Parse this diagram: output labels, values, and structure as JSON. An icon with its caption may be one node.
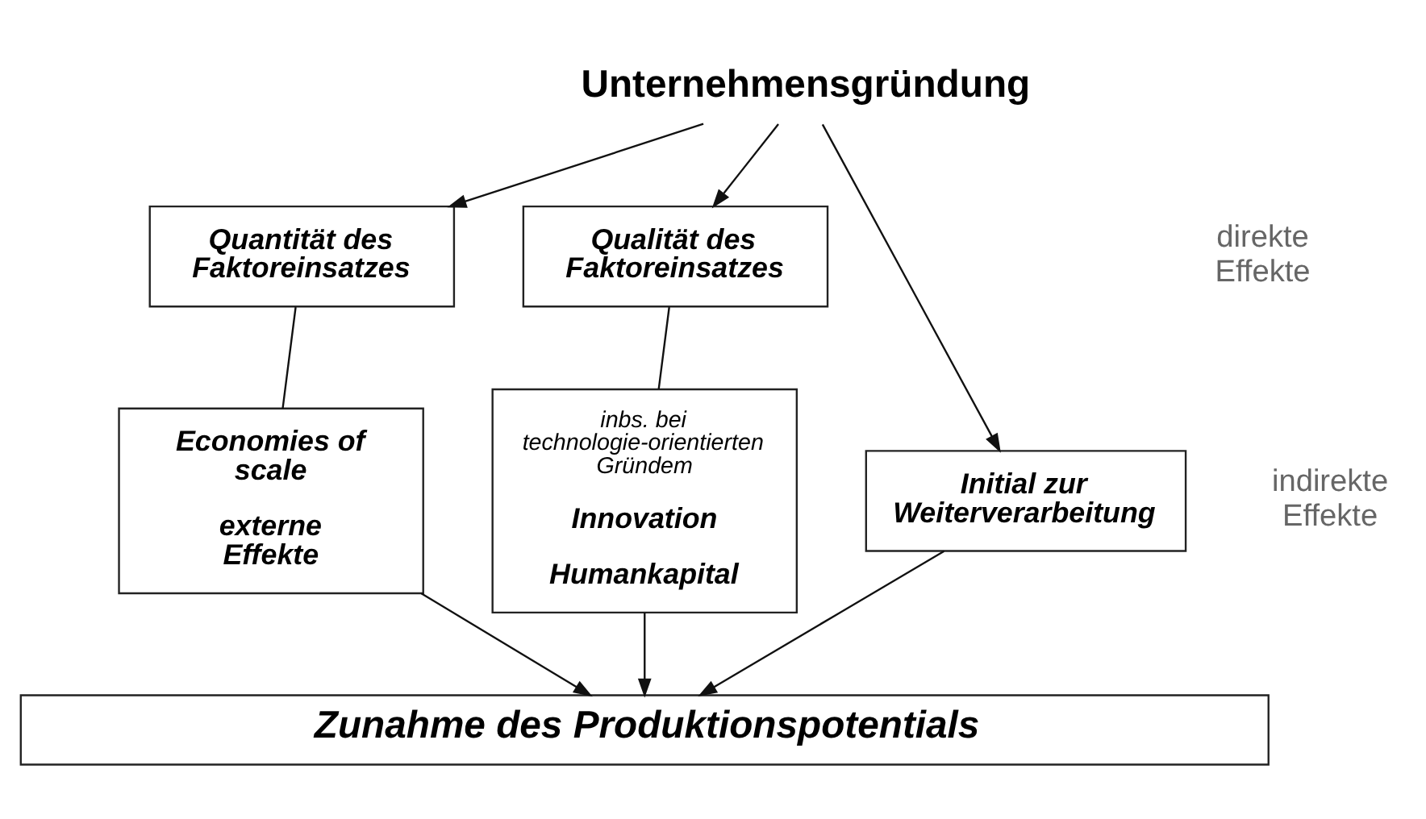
{
  "diagram": {
    "nodes": [
      {
        "text": [
          "Unternehmensgründung"
        ]
      },
      {
        "text": [
          "Quantität des Faktoreinsatzes"
        ]
      },
      {
        "text": [
          "Qualität des Faktoreinsatzes"
        ]
      },
      {
        "text": [
          "Economies of scale",
          "externe Effekte"
        ]
      },
      {
        "text": [
          "inbs. bei technologie-orientierten Gründem",
          "Innovation",
          "Humankapital"
        ]
      },
      {
        "text": [
          "Initial zur Weiterverarbeitung"
        ]
      },
      {
        "text": [
          "Zunahme des Produktionspotentials"
        ]
      }
    ],
    "edges": [
      {
        "from": 0,
        "to": 1,
        "arrow": "to"
      },
      {
        "from": 0,
        "to": 2,
        "arrow": "to"
      },
      {
        "from": 0,
        "to": 5,
        "arrow": "to"
      },
      {
        "from": 1,
        "to": 3,
        "arrow": "none"
      },
      {
        "from": 2,
        "to": 4,
        "arrow": "none"
      },
      {
        "from": 3,
        "to": 6,
        "arrow": "to"
      },
      {
        "from": 4,
        "to": 6,
        "arrow": "to"
      },
      {
        "from": 5,
        "to": 6,
        "arrow": "to"
      }
    ],
    "labels": [
      "direkte Effekte",
      "indirekte Effekte"
    ]
  }
}
